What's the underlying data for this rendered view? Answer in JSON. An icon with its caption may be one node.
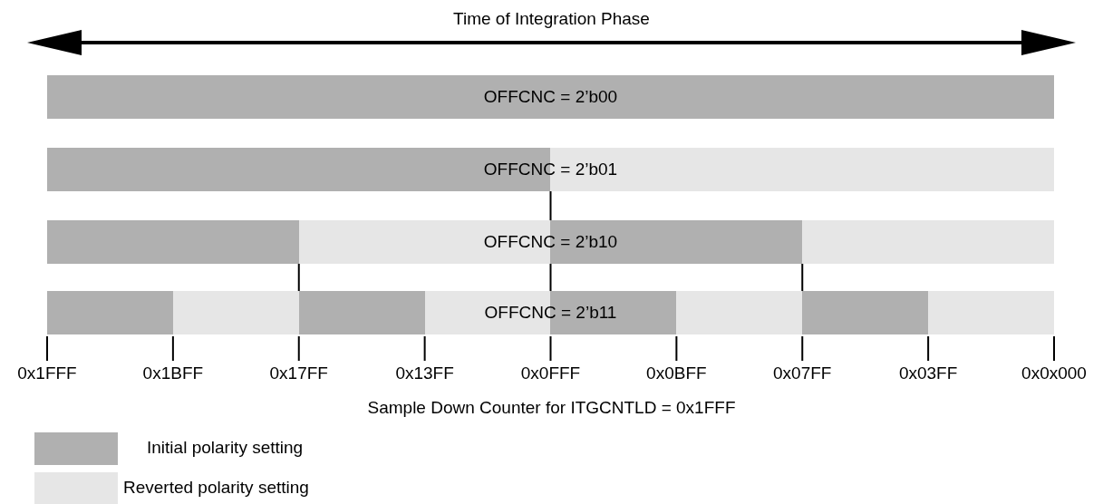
{
  "diagram": {
    "nodes": [
      {
        "text": [
          "OFFCNC = 2’b00"
        ]
      },
      {
        "text": [
          "OFFCNC = 2’b01"
        ]
      },
      {
        "text": [
          "OFFCNC = 2’b10"
        ]
      },
      {
        "text": [
          "OFFCNC = 2’b11"
        ]
      }
    ],
    "edges": [],
    "labels": [
      "Time of Integration Phase",
      "0x1FFF",
      "0x1BFF",
      "0x17FF",
      "0x13FF",
      "0x0FFF",
      "0x0BFF",
      "0x07FF",
      "0x03FF",
      "0x0x000",
      "Sample Down Counter for ITGCNTLD = 0x1FFF"
    ],
    "legend": [
      {
        "text": "Initial polarity setting",
        "color": "#b0b0b0"
      },
      {
        "text": "Reverted polarity setting",
        "color": "#e6e6e6"
      }
    ]
  }
}
